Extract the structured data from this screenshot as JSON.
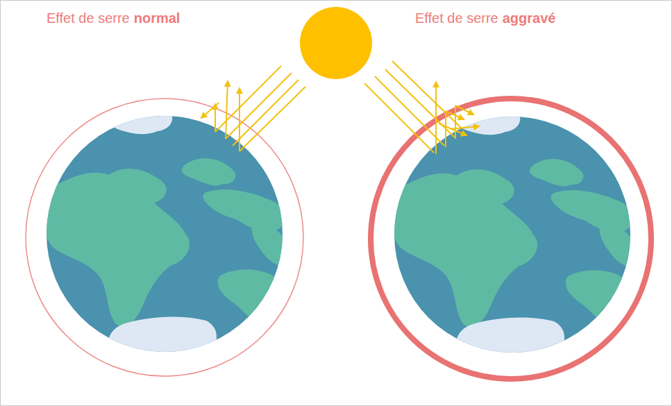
{
  "diagram": {
    "labels": [
      "Effet de serre",
      "normal",
      "Effet de serre",
      "aggravé"
    ]
  }
}
